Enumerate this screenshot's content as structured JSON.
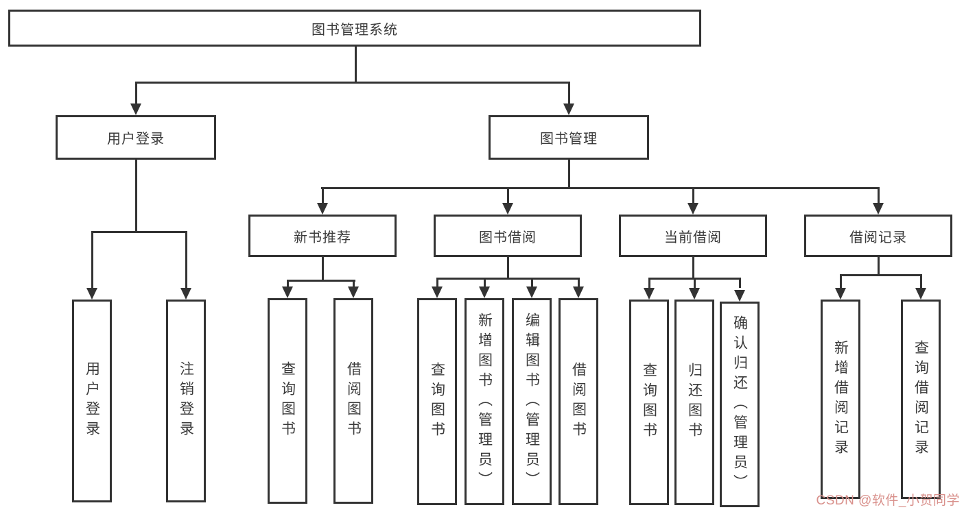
{
  "colors": {
    "line": "#333333",
    "text": "#3a3a3a",
    "watermark": "#d9918c",
    "background": "#ffffff"
  },
  "watermark": {
    "text": "CSDN @软件_小贺同学"
  },
  "tree": {
    "root": {
      "label": "图书管理系统"
    },
    "branches": [
      {
        "label": "用户登录",
        "children": [
          {
            "label": "用户登录"
          },
          {
            "label": "注销登录"
          }
        ]
      },
      {
        "label": "图书管理",
        "children": [
          {
            "label": "新书推荐",
            "children": [
              {
                "label": "查询图书"
              },
              {
                "label": "借阅图书"
              }
            ]
          },
          {
            "label": "图书借阅",
            "children": [
              {
                "label": "查询图书"
              },
              {
                "label": "新增图书（管理员）"
              },
              {
                "label": "编辑图书（管理员）"
              },
              {
                "label": "借阅图书"
              }
            ]
          },
          {
            "label": "当前借阅",
            "children": [
              {
                "label": "查询图书"
              },
              {
                "label": "归还图书"
              },
              {
                "label": "确认归还（管理员）"
              }
            ]
          },
          {
            "label": "借阅记录",
            "children": [
              {
                "label": "新增借阅记录"
              },
              {
                "label": "查询借阅记录"
              }
            ]
          }
        ]
      }
    ]
  }
}
